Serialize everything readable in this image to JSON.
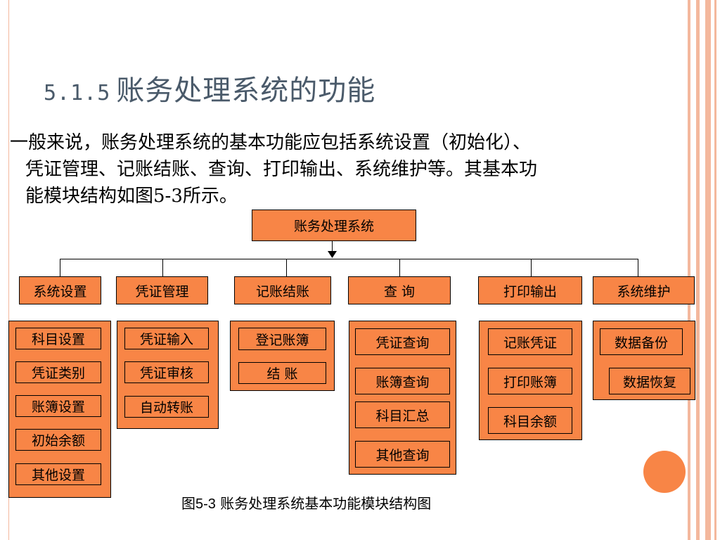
{
  "slide": {
    "title_number": "5.1.5",
    "title_text": "账务处理系统的功能",
    "paragraph_lines": [
      "一般来说，账务处理系统的基本功能应包括系统设置（初始化）、",
      "凭证管理、记账结账、查询、打印输出、系统维护等。其基本功",
      "能模块结构如图5-3所示。"
    ],
    "caption_prefix": "图5-3",
    "caption_text": " 账务处理系统基本功能模块结构图"
  },
  "diagram": {
    "root": "账务处理系统",
    "modules": [
      {
        "label": "系统设置",
        "items": [
          "科目设置",
          "凭证类别",
          "账簿设置",
          "初始余额",
          "其他设置"
        ]
      },
      {
        "label": "凭证管理",
        "items": [
          "凭证输入",
          "凭证审核",
          "自动转账"
        ]
      },
      {
        "label": "记账结账",
        "items": [
          "登记账簿",
          "结 账"
        ]
      },
      {
        "label": "查 询",
        "items": [
          "凭证查询",
          "账簿查询",
          "科目汇总",
          "其他查询"
        ]
      },
      {
        "label": "打印输出",
        "items": [
          "记账凭证",
          "打印账簿",
          "科目余额"
        ]
      },
      {
        "label": "系统维护",
        "items": [
          "数据备份",
          "数据恢复"
        ]
      }
    ]
  },
  "colors": {
    "box_fill": "#f88546",
    "stripe": "#f4b89d",
    "title_color": "#4a5a6a"
  }
}
